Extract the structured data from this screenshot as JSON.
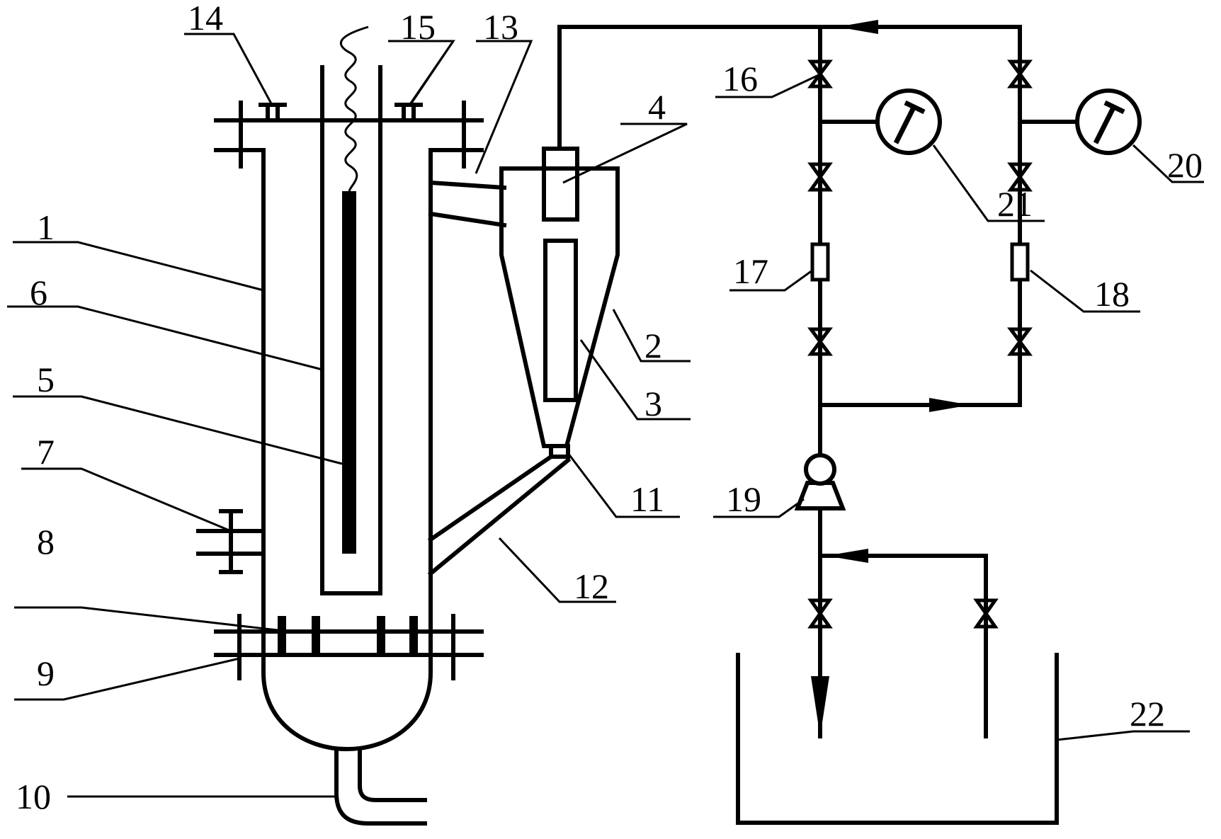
{
  "diagram": {
    "labels": {
      "n1": "1",
      "n2": "2",
      "n3": "3",
      "n4": "4",
      "n5": "5",
      "n6": "6",
      "n7": "7",
      "n8": "8",
      "n9": "9",
      "n10": "10",
      "n11": "11",
      "n12": "12",
      "n13": "13",
      "n14": "14",
      "n15": "15",
      "n16": "16",
      "n17": "17",
      "n18": "18",
      "n19": "19",
      "n20": "20",
      "n21": "21",
      "n22": "22"
    }
  }
}
